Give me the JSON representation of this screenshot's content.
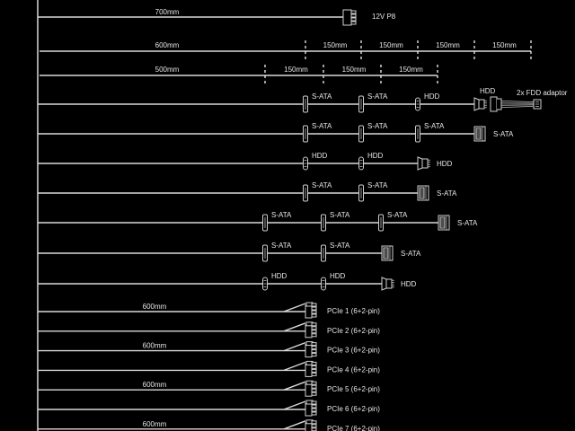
{
  "diagram": {
    "title": "PSU cable layout",
    "colors": {
      "background": "#000000",
      "lines": "#d9d9d9",
      "text": "#e6e6e6"
    },
    "trunk_label": "",
    "cables": [
      {
        "id": "p8",
        "type": "direct",
        "length_label": "700mm",
        "end_connector": {
          "type": "p8",
          "label": "12V P8"
        },
        "inline_connectors": []
      },
      {
        "id": "ruler-600",
        "type": "ruler",
        "length_label": "600mm",
        "segment_labels": [
          "150mm",
          "150mm",
          "150mm",
          "150mm"
        ]
      },
      {
        "id": "ruler-500",
        "type": "ruler",
        "length_label": "500mm",
        "segment_labels": [
          "150mm",
          "150mm",
          "150mm"
        ]
      },
      {
        "id": "peripheral-1",
        "type": "chain",
        "inline_connectors": [
          {
            "type": "sata",
            "label": "S-ATA"
          },
          {
            "type": "sata",
            "label": "S-ATA"
          },
          {
            "type": "hdd",
            "label": "HDD"
          }
        ],
        "end_connector": {
          "type": "hdd",
          "label": "HDD"
        },
        "adapter": {
          "type": "fdd",
          "label": "2x FDD adaptor"
        }
      },
      {
        "id": "peripheral-2",
        "type": "chain",
        "inline_connectors": [
          {
            "type": "sata",
            "label": "S-ATA"
          },
          {
            "type": "sata",
            "label": "S-ATA"
          },
          {
            "type": "sata",
            "label": "S-ATA"
          }
        ],
        "end_connector": {
          "type": "sata",
          "label": "S-ATA"
        }
      },
      {
        "id": "peripheral-3",
        "type": "chain",
        "inline_connectors": [
          {
            "type": "hdd",
            "label": "HDD"
          },
          {
            "type": "hdd",
            "label": "HDD"
          }
        ],
        "end_connector": {
          "type": "hdd",
          "label": "HDD"
        }
      },
      {
        "id": "peripheral-4",
        "type": "chain",
        "inline_connectors": [
          {
            "type": "sata",
            "label": "S-ATA"
          },
          {
            "type": "sata",
            "label": "S-ATA"
          }
        ],
        "end_connector": {
          "type": "sata",
          "label": "S-ATA"
        }
      },
      {
        "id": "peripheral-5",
        "type": "chain",
        "inline_connectors": [
          {
            "type": "sata",
            "label": "S-ATA"
          },
          {
            "type": "sata",
            "label": "S-ATA"
          },
          {
            "type": "sata",
            "label": "S-ATA"
          }
        ],
        "end_connector": {
          "type": "sata",
          "label": "S-ATA"
        }
      },
      {
        "id": "peripheral-6",
        "type": "chain",
        "inline_connectors": [
          {
            "type": "sata",
            "label": "S-ATA"
          },
          {
            "type": "sata",
            "label": "S-ATA"
          }
        ],
        "end_connector": {
          "type": "sata",
          "label": "S-ATA"
        }
      },
      {
        "id": "peripheral-7",
        "type": "chain",
        "inline_connectors": [
          {
            "type": "hdd",
            "label": "HDD"
          },
          {
            "type": "hdd",
            "label": "HDD"
          }
        ],
        "end_connector": {
          "type": "hdd",
          "label": "HDD"
        }
      }
    ],
    "pcie_cables": [
      {
        "length_label": "600mm",
        "label": "PCIe 1 (6+2-pin)"
      },
      {
        "length_label": "",
        "label": "PCIe 2 (6+2-pin)"
      },
      {
        "length_label": "600mm",
        "label": "PCIe 3 (6+2-pin)"
      },
      {
        "length_label": "",
        "label": "PCIe 4 (6+2-pin)"
      },
      {
        "length_label": "600mm",
        "label": "PCIe 5 (6+2-pin)"
      },
      {
        "length_label": "",
        "label": "PCIe 6 (6+2-pin)"
      },
      {
        "length_label": "600mm",
        "label": "PCIe 7 (6+2-pin)"
      }
    ]
  }
}
